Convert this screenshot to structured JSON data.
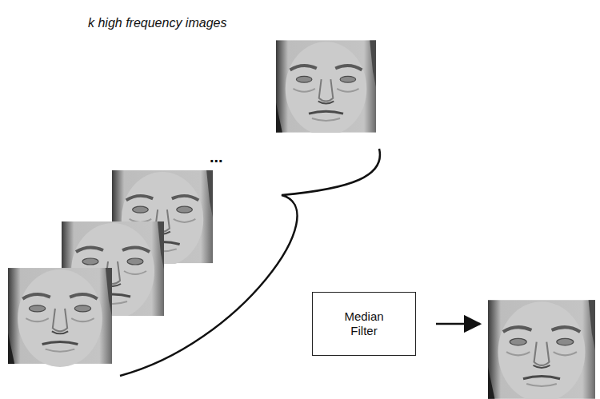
{
  "diagram": {
    "title": "k high frequency images",
    "nodes": [
      {
        "text": [
          "Median Filter"
        ]
      }
    ],
    "labels": [
      "..."
    ]
  }
}
